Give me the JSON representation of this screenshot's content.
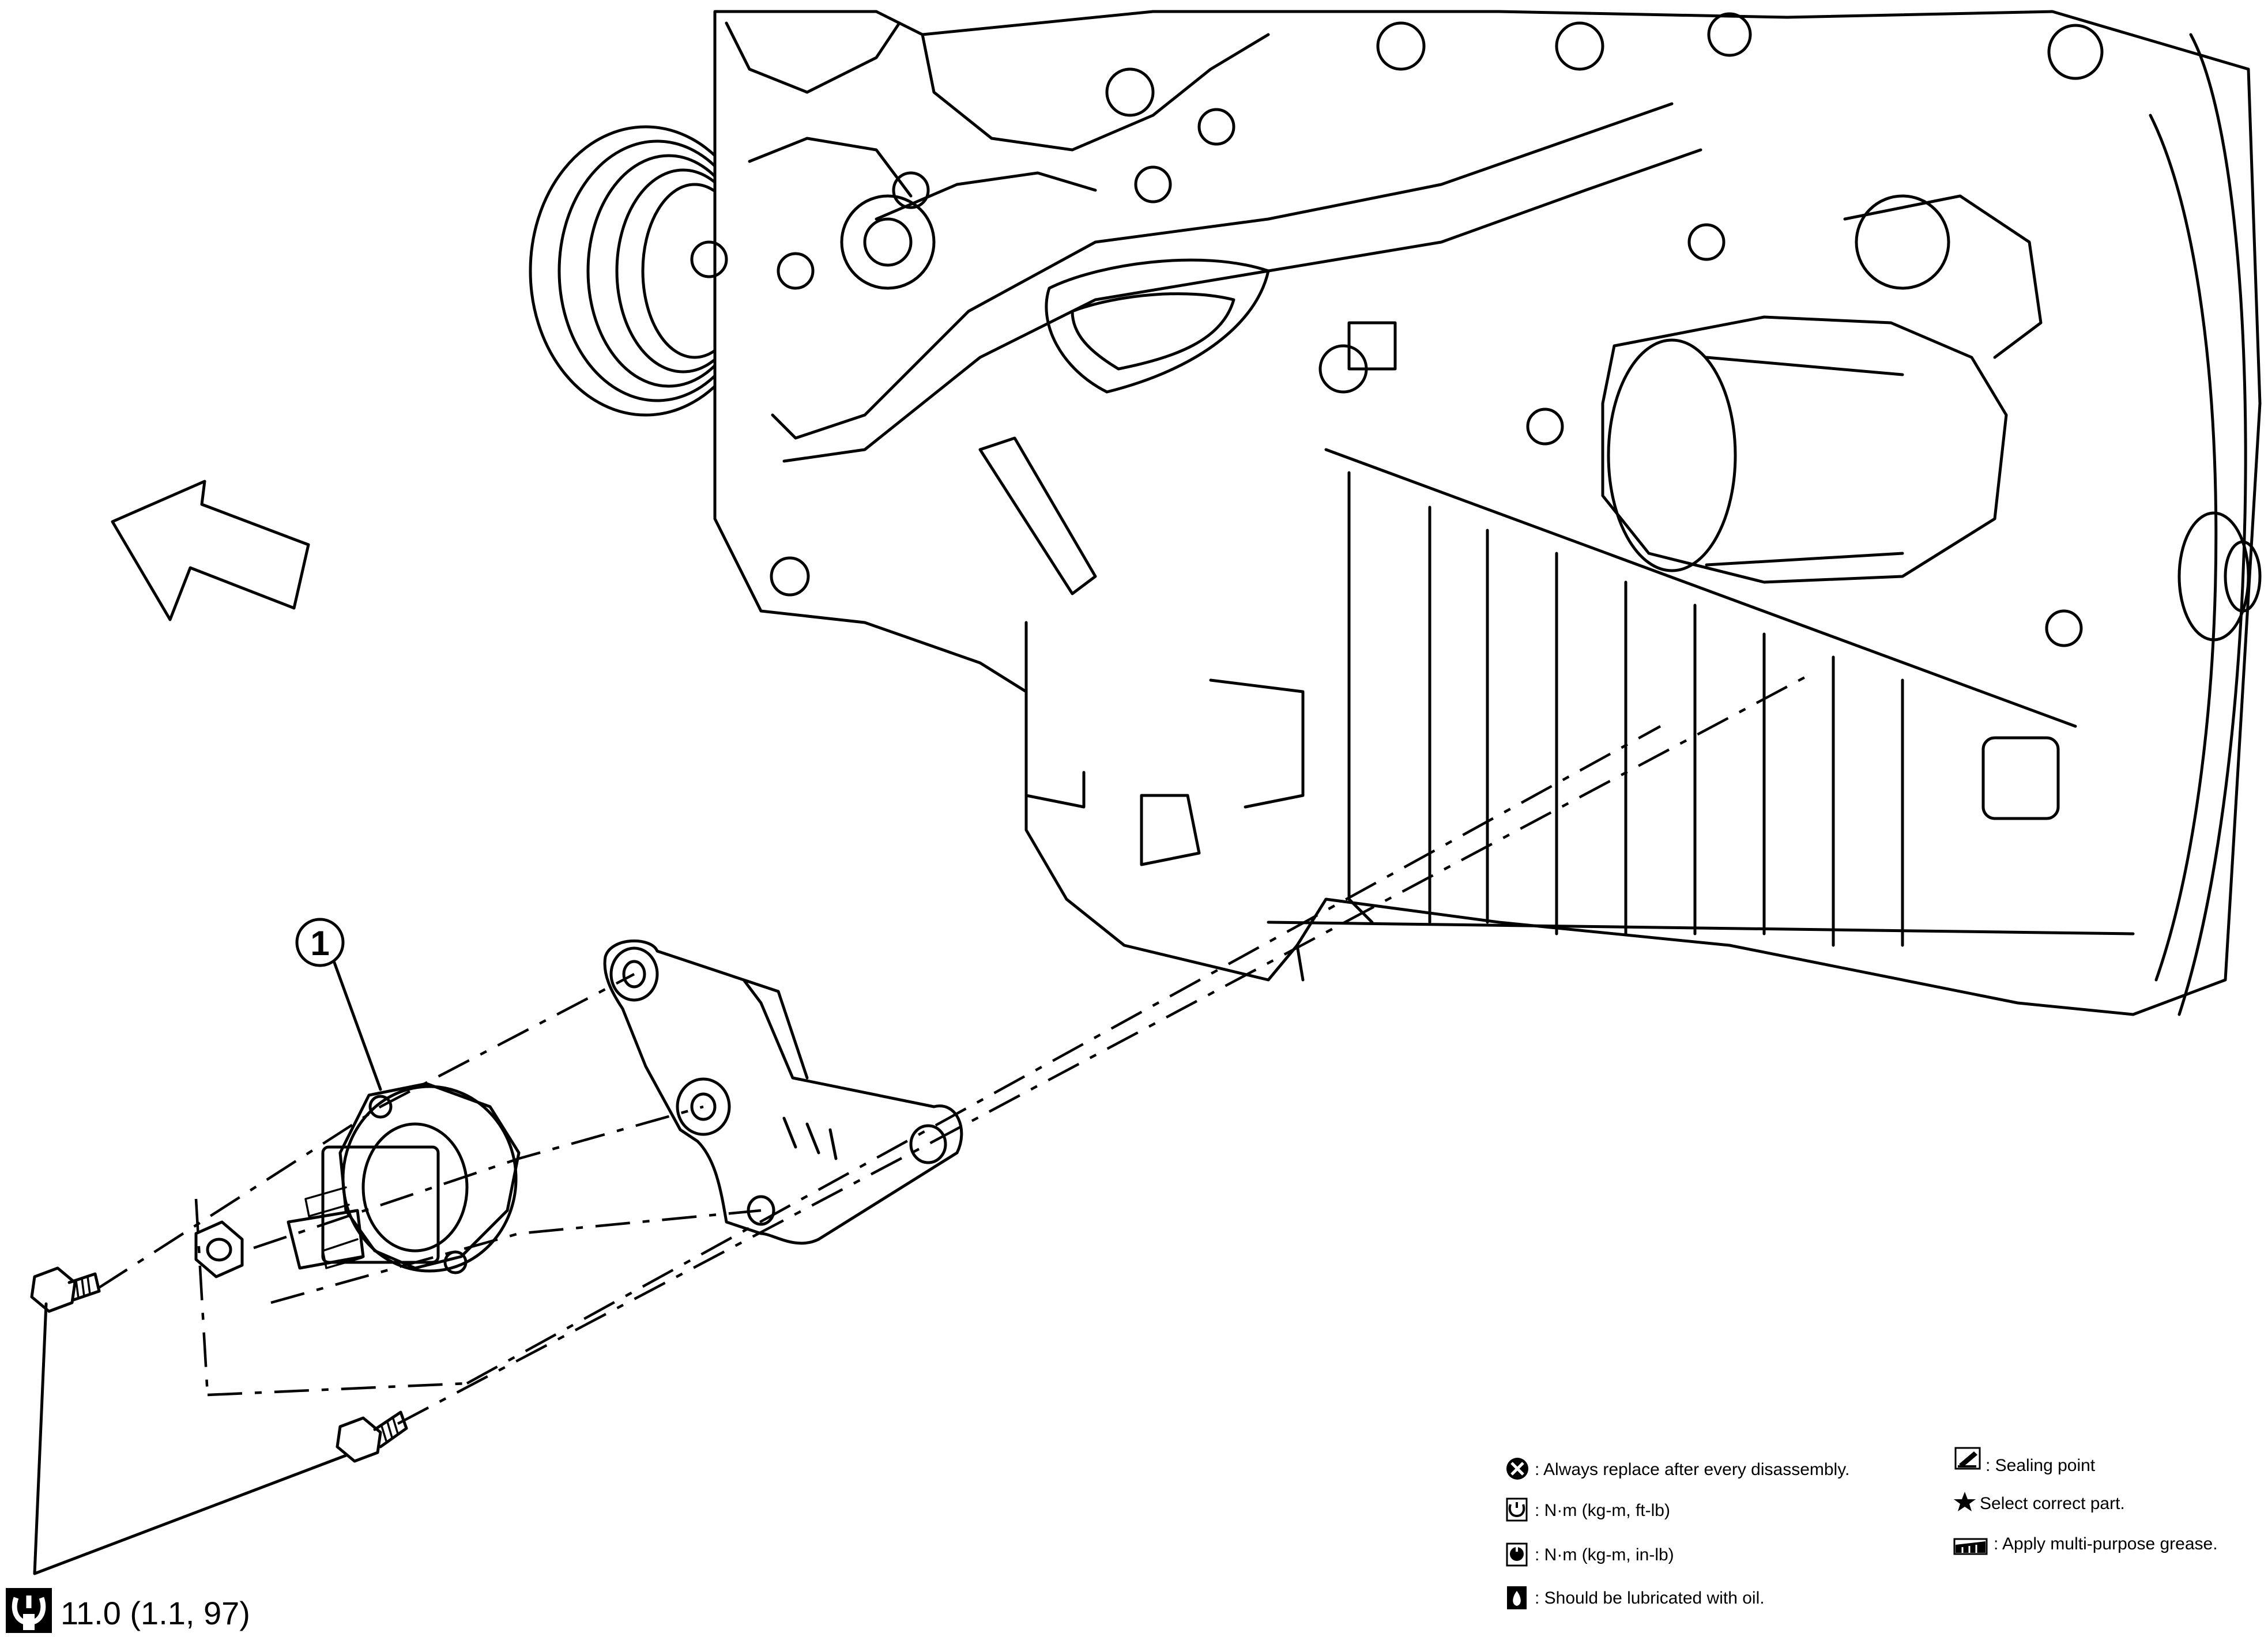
{
  "callout": {
    "number": "1"
  },
  "torque_spec": {
    "value": "11.0 (1.1, 97)",
    "icon": "torque-wrench-icon"
  },
  "legend": {
    "left": [
      {
        "icon": "always-replace-icon",
        "text": ": Always replace after every disassembly."
      },
      {
        "icon": "torque-ftlb-icon",
        "text": ": N·m (kg-m, ft-lb)"
      },
      {
        "icon": "torque-inlb-icon",
        "text": ": N·m (kg-m, in-lb)"
      },
      {
        "icon": "oil-lubricate-icon",
        "text": ": Should be lubricated with oil."
      }
    ],
    "right": [
      {
        "icon": "sealing-point-icon",
        "text": ": Sealing point"
      },
      {
        "icon": "star-icon",
        "text": "Select correct part."
      },
      {
        "icon": "grease-icon",
        "text": ": Apply multi-purpose grease."
      }
    ]
  },
  "front_arrow": {
    "icon": "front-direction-arrow-icon"
  }
}
